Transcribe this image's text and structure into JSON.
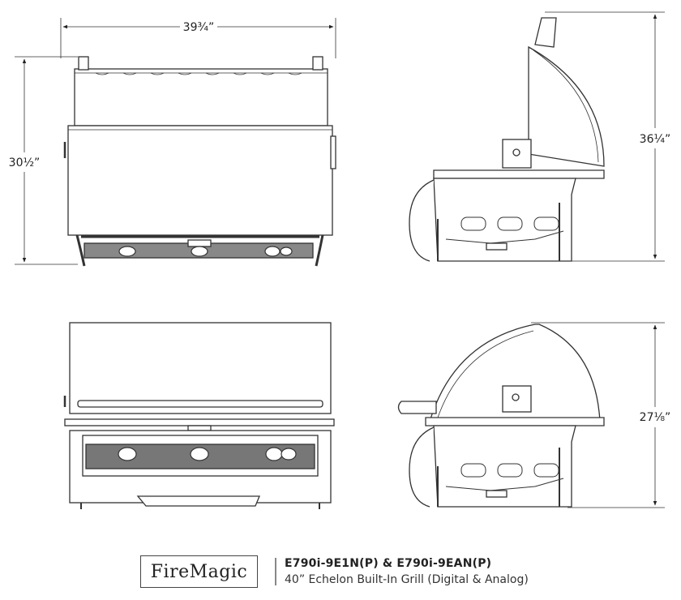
{
  "dimensions": {
    "width_top": "39¾”",
    "height_front_open": "30½”",
    "height_side_open": "36¼”",
    "height_side_closed": "27⅛”"
  },
  "brand": {
    "logo_text": "FireMagic"
  },
  "product": {
    "model": "E790i-9E1N(P) & E790i-9EAN(P)",
    "description": "40” Echelon Built-In Grill (Digital & Analog)"
  }
}
